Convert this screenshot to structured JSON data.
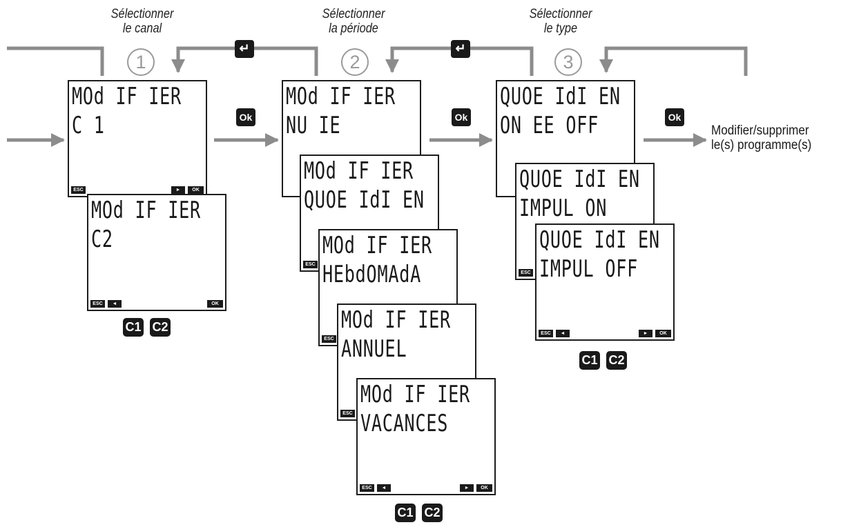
{
  "steps": [
    {
      "title_line1": "Sélectionner",
      "title_line2": "le canal",
      "number": "1"
    },
    {
      "title_line1": "Sélectionner",
      "title_line2": "la période",
      "number": "2"
    },
    {
      "title_line1": "Sélectionner",
      "title_line2": "le type",
      "number": "3"
    }
  ],
  "keys": {
    "ok": "Ok",
    "enter": "↵"
  },
  "softkeys": {
    "esc": "ESC",
    "left": "◄",
    "right": "►",
    "ok": "OK"
  },
  "screens": {
    "canal": [
      {
        "line1": "MOd IF IER",
        "line2": "C 1"
      },
      {
        "line1": "MOd IF IER",
        "line2": "C2"
      }
    ],
    "periode": [
      {
        "line1": "MOd IF IER",
        "line2": "NU IE"
      },
      {
        "line1": "MOd IF IER",
        "line2": "QUOE IdI EN"
      },
      {
        "line1": "MOd IF IER",
        "line2": "HEbdOMAdA"
      },
      {
        "line1": "MOd IF IER",
        "line2": "ANNUEL"
      },
      {
        "line1": "MOd IF IER",
        "line2": "VACANCES"
      }
    ],
    "type": [
      {
        "line1": "QUOE IdI EN",
        "line2": "ON EE OFF"
      },
      {
        "line1": "QUOE IdI EN",
        "line2": "IMPUL ON"
      },
      {
        "line1": "QUOE IdI EN",
        "line2": "IMPUL OFF"
      }
    ]
  },
  "channel_badges": [
    "C1",
    "C2"
  ],
  "result": {
    "line1": "Modifier/supprimer",
    "line2": "le(s) programme(s)"
  },
  "colors": {
    "arrow": "#8c8c8c",
    "key": "#1a1a1a",
    "screen_border": "#1c1c1c"
  }
}
